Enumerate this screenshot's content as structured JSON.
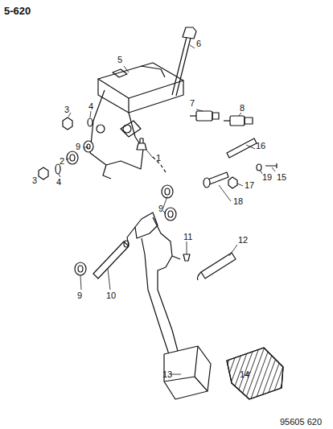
{
  "diagram": {
    "title": "5-620",
    "labels": [
      "1",
      "2",
      "3",
      "3",
      "4",
      "4",
      "5",
      "6",
      "7",
      "8",
      "9",
      "9",
      "9",
      "10",
      "11",
      "12",
      "13",
      "14",
      "15",
      "16",
      "17",
      "18",
      "19",
      "95605 620"
    ]
  }
}
